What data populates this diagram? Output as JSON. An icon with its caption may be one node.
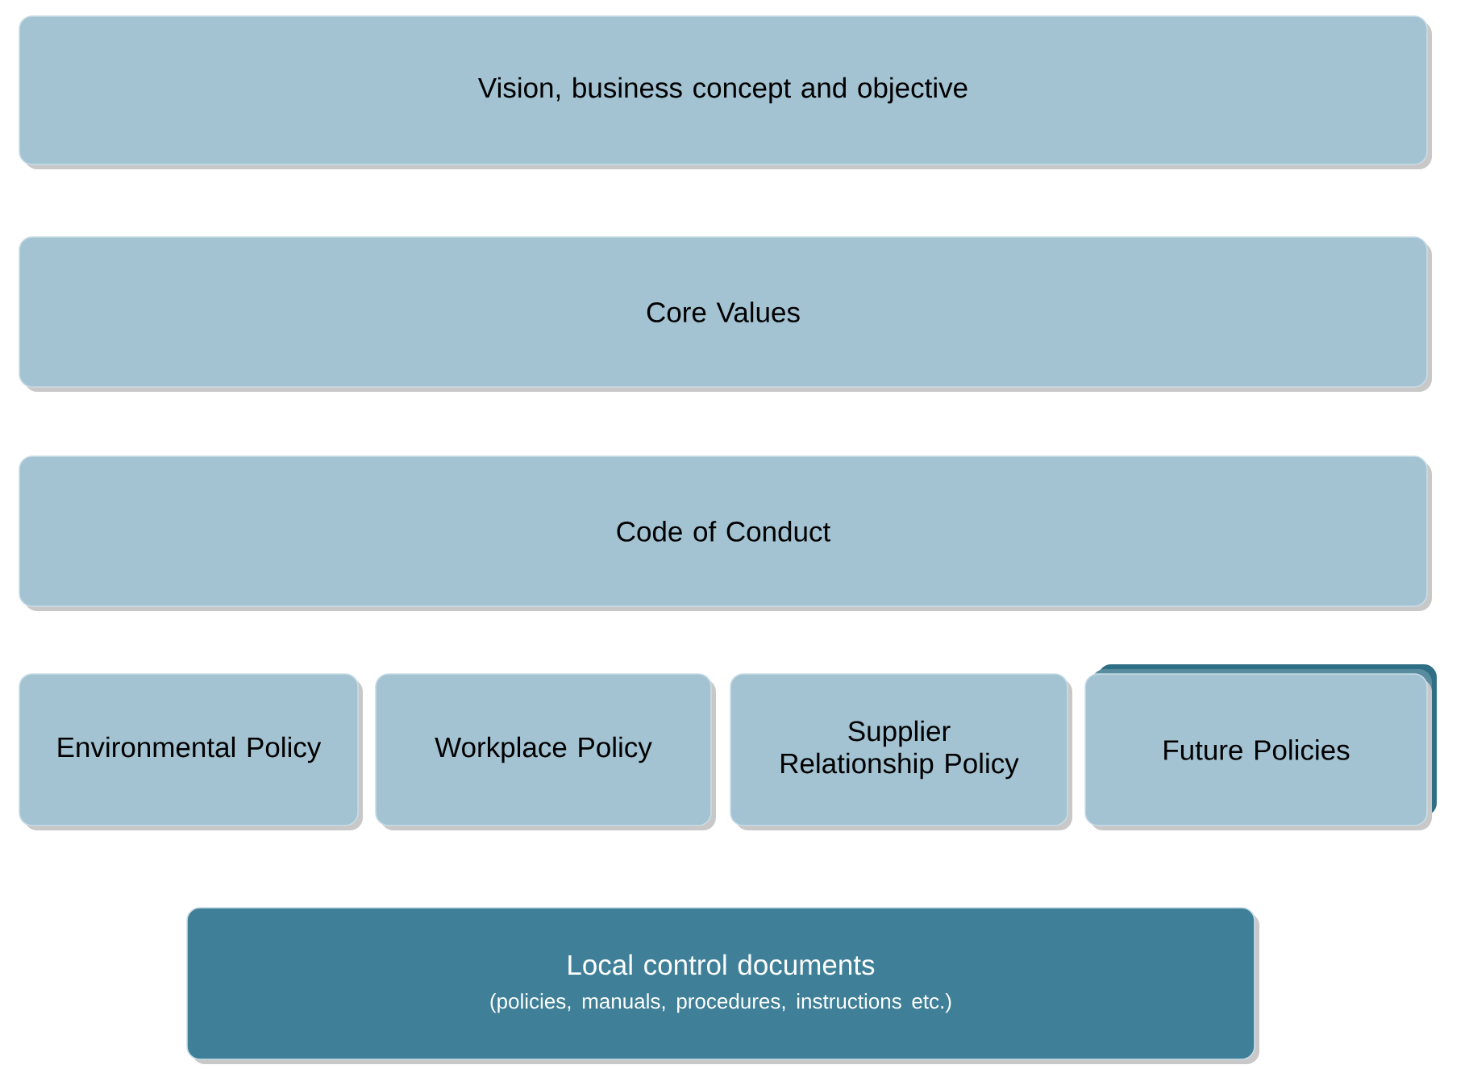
{
  "diagram": {
    "nodes": [
      {
        "text": [
          "Vision, business concept and objective"
        ]
      },
      {
        "text": [
          "Core Values"
        ]
      },
      {
        "text": [
          "Code of Conduct"
        ]
      },
      {
        "text": [
          "Environmental Policy"
        ]
      },
      {
        "text": [
          "Workplace Policy"
        ]
      },
      {
        "text": [
          "Supplier Relationship Policy"
        ]
      },
      {
        "text": [
          "Future Policies"
        ]
      },
      {
        "text": [
          "Local control documents",
          "(policies, manuals, procedures, instructions etc.)"
        ]
      }
    ]
  }
}
